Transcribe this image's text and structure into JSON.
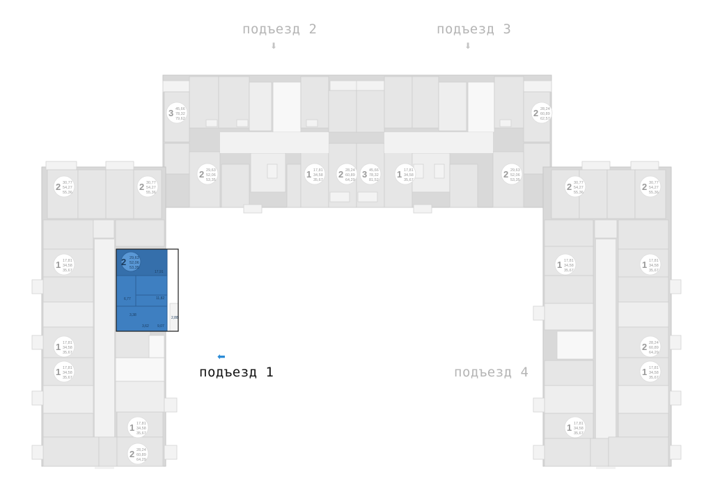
{
  "entrances": [
    {
      "id": "2",
      "label": "подъезд 2",
      "active": false
    },
    {
      "id": "3",
      "label": "подъезд 3",
      "active": false
    },
    {
      "id": "1",
      "label": "подъезд 1",
      "active": true
    },
    {
      "id": "4",
      "label": "подъезд 4",
      "active": false
    }
  ],
  "arrows": {
    "down": "⬇",
    "left": "⬅"
  },
  "colors": {
    "selected": "#3e7fc1",
    "inactive": "#e6e6e6",
    "accent_arrow": "#2a8bd6"
  },
  "selected_apartment": {
    "rooms": "2",
    "living": "29,63",
    "total": "52,06",
    "total_with_balcony": "53,35",
    "areas": [
      "17,91",
      "6,77",
      "11,82",
      "3,38",
      "9,07",
      "3,62",
      "2,88"
    ]
  },
  "apartments": [
    {
      "rooms": "3",
      "a": "45,66",
      "b": "78,32",
      "c": "79,62"
    },
    {
      "rooms": "2",
      "a": "29,63",
      "b": "52,06",
      "c": "53,35"
    },
    {
      "rooms": "1",
      "a": "17,81",
      "b": "34,58",
      "c": "35,67"
    },
    {
      "rooms": "2",
      "a": "28,24",
      "b": "60,89",
      "c": "64,29"
    },
    {
      "rooms": "3",
      "a": "45,66",
      "b": "78,32",
      "c": "81,52"
    },
    {
      "rooms": "1",
      "a": "17,81",
      "b": "34,58",
      "c": "35,67"
    },
    {
      "rooms": "2",
      "a": "29,63",
      "b": "52,06",
      "c": "53,35"
    },
    {
      "rooms": "2",
      "a": "28,24",
      "b": "60,89",
      "c": "62,57"
    },
    {
      "rooms": "2",
      "a": "30,77",
      "b": "54,27",
      "c": "55,36"
    },
    {
      "rooms": "2",
      "a": "30,77",
      "b": "54,27",
      "c": "55,36"
    },
    {
      "rooms": "2",
      "a": "30,77",
      "b": "54,27",
      "c": "55,36"
    },
    {
      "rooms": "2",
      "a": "30,77",
      "b": "54,27",
      "c": "55,36"
    },
    {
      "rooms": "1",
      "a": "17,81",
      "b": "34,58",
      "c": "35,67"
    },
    {
      "rooms": "1",
      "a": "17,81",
      "b": "34,58",
      "c": "35,67"
    },
    {
      "rooms": "1",
      "a": "17,81",
      "b": "34,58",
      "c": "35,67"
    },
    {
      "rooms": "1",
      "a": "17,81",
      "b": "34,58",
      "c": "35,67"
    },
    {
      "rooms": "2",
      "a": "28,24",
      "b": "60,89",
      "c": "64,29"
    },
    {
      "rooms": "2",
      "a": "29,63",
      "b": "52,06",
      "c": "53,35"
    },
    {
      "rooms": "1",
      "a": "17,81",
      "b": "34,58",
      "c": "35,67"
    },
    {
      "rooms": "1",
      "a": "17,81",
      "b": "34,58",
      "c": "35,67"
    },
    {
      "rooms": "1",
      "a": "17,81",
      "b": "34,58",
      "c": "35,67"
    },
    {
      "rooms": "1",
      "a": "17,81",
      "b": "34,58",
      "c": "35,67"
    },
    {
      "rooms": "2",
      "a": "28,24",
      "b": "60,89",
      "c": "64,29"
    }
  ]
}
